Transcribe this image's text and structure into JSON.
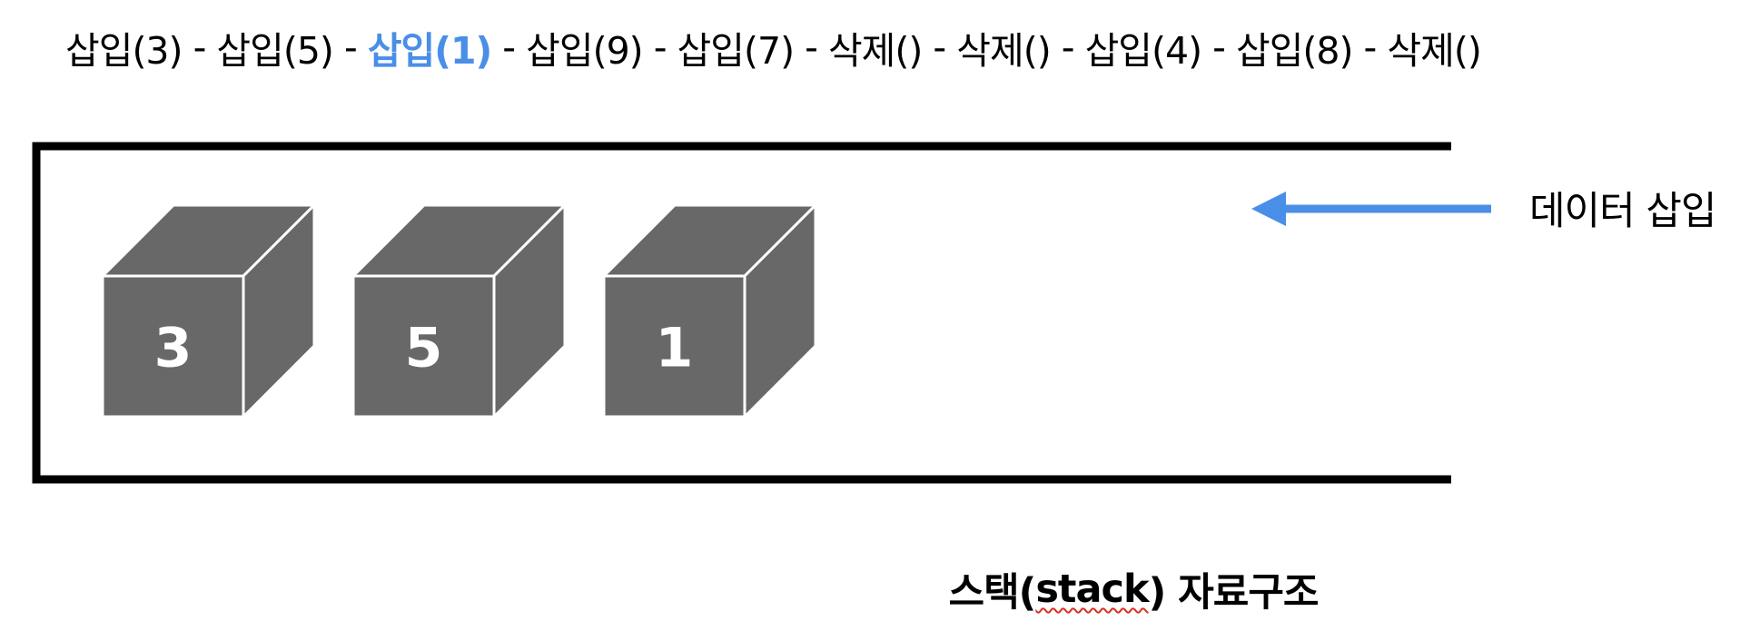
{
  "sequence": {
    "operations": [
      {
        "label": "삽입(3)",
        "current": false
      },
      {
        "label": "삽입(5)",
        "current": false
      },
      {
        "label": "삽입(1)",
        "current": true
      },
      {
        "label": "삽입(9)",
        "current": false
      },
      {
        "label": "삽입(7)",
        "current": false
      },
      {
        "label": "삭제()",
        "current": false
      },
      {
        "label": "삭제()",
        "current": false
      },
      {
        "label": "삽입(4)",
        "current": false
      },
      {
        "label": "삽입(8)",
        "current": false
      },
      {
        "label": "삭제()",
        "current": false
      }
    ],
    "separator": " - "
  },
  "stack": {
    "items": [
      "3",
      "5",
      "1"
    ]
  },
  "insert_label": "데이터 삽입",
  "caption": {
    "before": "스택(",
    "word": "stack",
    "after": ") 자료구조"
  },
  "colors": {
    "highlight": "#4a8fe7",
    "arrow": "#4a8fe7",
    "cube_front": "#686868",
    "cube_top": "#686868",
    "cube_side": "#686868",
    "cube_edge": "#ffffff",
    "container": "#000000"
  }
}
